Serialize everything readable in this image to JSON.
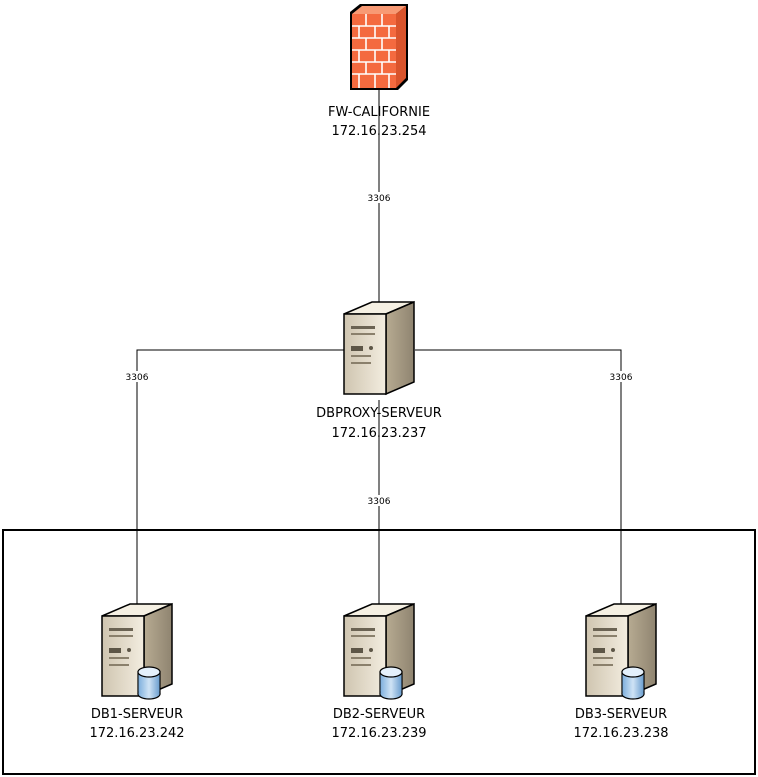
{
  "firewall": {
    "name": "FW-CALIFORNIE",
    "ip": "172.16.23.254"
  },
  "proxy": {
    "name": "DBPROXY-SERVEUR",
    "ip": "172.16.23.237"
  },
  "db_servers": [
    {
      "name": "DB1-SERVEUR",
      "ip": "172.16.23.242"
    },
    {
      "name": "DB2-SERVEUR",
      "ip": "172.16.23.239"
    },
    {
      "name": "DB3-SERVEUR",
      "ip": "172.16.23.238"
    }
  ],
  "links": {
    "fw_proxy": "3306",
    "proxy_db1": "3306",
    "proxy_db2": "3306",
    "proxy_db3": "3306"
  },
  "colors": {
    "firewall": "#f26b43",
    "server_body": "#e8dfcc",
    "cylinder": "#9dc3e6"
  }
}
